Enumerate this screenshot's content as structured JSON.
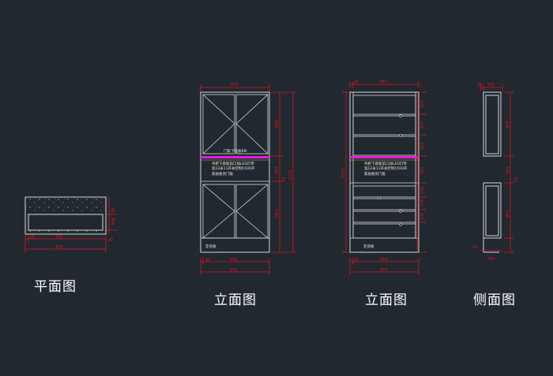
{
  "drawing": {
    "colors": {
      "background": "#212830",
      "outline": "#d8d8d8",
      "dimension": "#e0141e",
      "highlight": "#e020e0",
      "accent": "#d8c020",
      "title_text": "#ffffff"
    },
    "titles": {
      "plan": "平面图",
      "elevation_closed": "立面图",
      "elevation_open": "立面图",
      "side": "侧面图"
    },
    "plan_view": {
      "dim_bottom_1": "20",
      "dim_bottom_2": "955",
      "dim_total": "975",
      "dim_right_1": "20",
      "dim_right_2": "300",
      "dim_right_3": "20"
    },
    "elevation_closed": {
      "dim_top": "955",
      "dim_right_upper": "958",
      "dim_right_mid": "425",
      "dim_right_lower": "863",
      "dim_total_height": "2255",
      "dim_small": "18",
      "dim_bottom_1": "20",
      "dim_bottom_2": "955",
      "dim_bottom_total": "975",
      "label_top": "门板下挂板BM",
      "note_line_1": "吊柜下底板前口加LED灯带",
      "note_line_2": "宽12米11开关控制1500开",
      "note_line_3": "家居板亮门板",
      "label_base": "定背板"
    },
    "elevation_open": {
      "dim_top_1": "20",
      "dim_top_2": "955",
      "dim_left_total": "2255",
      "dim_right_1": "320",
      "dim_right_2": "320",
      "dim_right_3": "320",
      "dim_right_mid": "425",
      "dim_right_4": "240",
      "dim_right_5": "240",
      "dim_right_6": "240",
      "dim_bottom_1": "20",
      "dim_bottom_2": "955",
      "dim_bottom_total": "975",
      "note_line_1": "吊柜下底板前口加LED灯带",
      "note_line_2": "宽12米11开关控制1500开",
      "note_line_3": "家居板亮门板",
      "label_base": "定背板"
    },
    "side_view": {
      "dim_top_1": "20",
      "dim_top_2": "330",
      "dim_right_1": "958",
      "dim_right_2": "425",
      "dim_right_3": "863",
      "dim_small": "18",
      "dim_bottom_1": "20",
      "dim_bottom_2": "350"
    }
  }
}
